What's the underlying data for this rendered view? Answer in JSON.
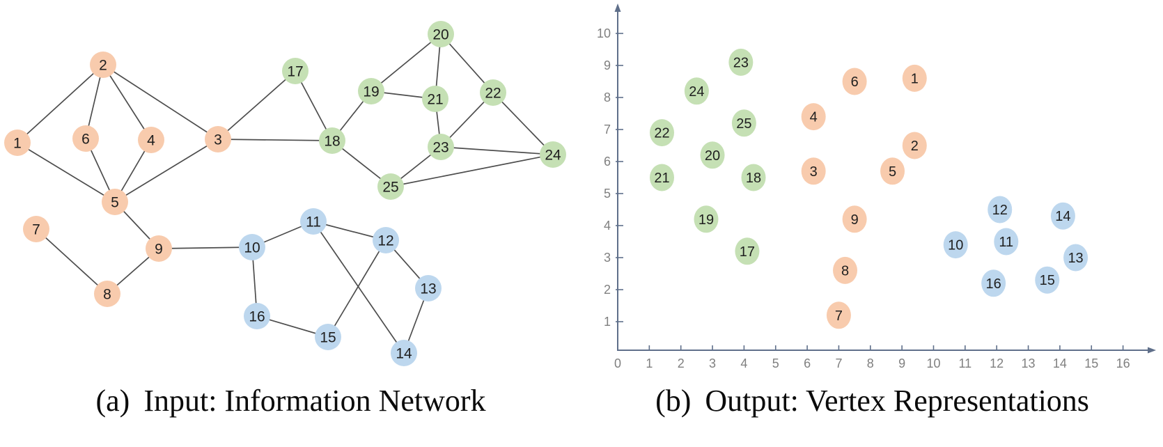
{
  "captions": {
    "a": {
      "label": "(a)",
      "text": "Input: Information Network"
    },
    "b": {
      "label": "(b)",
      "text": "Output: Vertex Representations"
    }
  },
  "colors": {
    "orange": "#F8CBAD",
    "green": "#C5E0B4",
    "blue": "#BDD7EE",
    "edge": "#4D4D4D",
    "axis": "#5F6F8A",
    "tick_label": "#7F7F7F",
    "node_label": "#1F1F1F"
  },
  "chart_data": [
    {
      "type": "graph",
      "title": "(a) Input: Information Network",
      "legend": "none",
      "groups": {
        "orange": "vertices 1-9",
        "blue": "vertices 10-16",
        "green": "vertices 17-25"
      },
      "nodes": [
        {
          "id": "1",
          "group": "orange",
          "px": [
            25,
            205
          ]
        },
        {
          "id": "2",
          "group": "orange",
          "px": [
            148,
            93
          ]
        },
        {
          "id": "3",
          "group": "orange",
          "px": [
            313,
            200
          ]
        },
        {
          "id": "4",
          "group": "orange",
          "px": [
            217,
            201
          ]
        },
        {
          "id": "5",
          "group": "orange",
          "px": [
            165,
            290
          ]
        },
        {
          "id": "6",
          "group": "orange",
          "px": [
            123,
            199
          ]
        },
        {
          "id": "7",
          "group": "orange",
          "px": [
            52,
            329
          ]
        },
        {
          "id": "8",
          "group": "orange",
          "px": [
            154,
            422
          ]
        },
        {
          "id": "9",
          "group": "orange",
          "px": [
            228,
            357
          ]
        },
        {
          "id": "10",
          "group": "blue",
          "px": [
            362,
            355
          ]
        },
        {
          "id": "11",
          "group": "blue",
          "px": [
            450,
            318
          ]
        },
        {
          "id": "12",
          "group": "blue",
          "px": [
            554,
            345
          ]
        },
        {
          "id": "13",
          "group": "blue",
          "px": [
            615,
            414
          ]
        },
        {
          "id": "14",
          "group": "blue",
          "px": [
            580,
            507
          ]
        },
        {
          "id": "15",
          "group": "blue",
          "px": [
            471,
            484
          ]
        },
        {
          "id": "16",
          "group": "blue",
          "px": [
            369,
            454
          ]
        },
        {
          "id": "17",
          "group": "green",
          "px": [
            424,
            102
          ]
        },
        {
          "id": "18",
          "group": "green",
          "px": [
            477,
            202
          ]
        },
        {
          "id": "19",
          "group": "green",
          "px": [
            533,
            131
          ]
        },
        {
          "id": "20",
          "group": "green",
          "px": [
            633,
            49
          ]
        },
        {
          "id": "21",
          "group": "green",
          "px": [
            625,
            142
          ]
        },
        {
          "id": "22",
          "group": "green",
          "px": [
            708,
            133
          ]
        },
        {
          "id": "23",
          "group": "green",
          "px": [
            633,
            211
          ]
        },
        {
          "id": "24",
          "group": "green",
          "px": [
            794,
            222
          ]
        },
        {
          "id": "25",
          "group": "green",
          "px": [
            561,
            268
          ]
        }
      ],
      "edges": [
        [
          "1",
          "2"
        ],
        [
          "2",
          "6"
        ],
        [
          "2",
          "4"
        ],
        [
          "2",
          "3"
        ],
        [
          "1",
          "5"
        ],
        [
          "6",
          "5"
        ],
        [
          "4",
          "5"
        ],
        [
          "3",
          "5"
        ],
        [
          "5",
          "9"
        ],
        [
          "7",
          "8"
        ],
        [
          "8",
          "9"
        ],
        [
          "9",
          "10"
        ],
        [
          "3",
          "17"
        ],
        [
          "3",
          "18"
        ],
        [
          "17",
          "18"
        ],
        [
          "18",
          "19"
        ],
        [
          "18",
          "25"
        ],
        [
          "19",
          "20"
        ],
        [
          "19",
          "21"
        ],
        [
          "20",
          "21"
        ],
        [
          "20",
          "22"
        ],
        [
          "21",
          "23"
        ],
        [
          "22",
          "23"
        ],
        [
          "22",
          "24"
        ],
        [
          "23",
          "24"
        ],
        [
          "23",
          "25"
        ],
        [
          "24",
          "25"
        ],
        [
          "10",
          "11"
        ],
        [
          "10",
          "16"
        ],
        [
          "11",
          "12"
        ],
        [
          "11",
          "14"
        ],
        [
          "12",
          "13"
        ],
        [
          "12",
          "15"
        ],
        [
          "13",
          "14"
        ],
        [
          "15",
          "16"
        ]
      ]
    },
    {
      "type": "scatter",
      "title": "(b) Output: Vertex Representations",
      "xlabel": "",
      "ylabel": "",
      "xlim": [
        0,
        16.9
      ],
      "ylim": [
        0,
        10.9
      ],
      "x_ticks": [
        0,
        1,
        2,
        3,
        4,
        5,
        6,
        7,
        8,
        9,
        10,
        11,
        12,
        13,
        14,
        15,
        16
      ],
      "y_ticks": [
        1,
        2,
        3,
        4,
        5,
        6,
        7,
        8,
        9,
        10
      ],
      "grid": false,
      "legend": "none",
      "points": [
        {
          "id": "1",
          "group": "orange",
          "x": 9.4,
          "y": 8.6
        },
        {
          "id": "2",
          "group": "orange",
          "x": 9.4,
          "y": 6.5
        },
        {
          "id": "3",
          "group": "orange",
          "x": 6.2,
          "y": 5.7
        },
        {
          "id": "4",
          "group": "orange",
          "x": 6.2,
          "y": 7.4
        },
        {
          "id": "5",
          "group": "orange",
          "x": 8.7,
          "y": 5.7
        },
        {
          "id": "6",
          "group": "orange",
          "x": 7.5,
          "y": 8.5
        },
        {
          "id": "7",
          "group": "orange",
          "x": 7.0,
          "y": 1.2
        },
        {
          "id": "8",
          "group": "orange",
          "x": 7.2,
          "y": 2.6
        },
        {
          "id": "9",
          "group": "orange",
          "x": 7.5,
          "y": 4.2
        },
        {
          "id": "10",
          "group": "blue",
          "x": 10.7,
          "y": 3.4
        },
        {
          "id": "11",
          "group": "blue",
          "x": 12.3,
          "y": 3.5
        },
        {
          "id": "12",
          "group": "blue",
          "x": 12.1,
          "y": 4.5
        },
        {
          "id": "13",
          "group": "blue",
          "x": 14.5,
          "y": 3.0
        },
        {
          "id": "14",
          "group": "blue",
          "x": 14.1,
          "y": 4.3
        },
        {
          "id": "15",
          "group": "blue",
          "x": 13.6,
          "y": 2.3
        },
        {
          "id": "16",
          "group": "blue",
          "x": 11.9,
          "y": 2.2
        },
        {
          "id": "17",
          "group": "green",
          "x": 4.1,
          "y": 3.2
        },
        {
          "id": "18",
          "group": "green",
          "x": 4.3,
          "y": 5.5
        },
        {
          "id": "19",
          "group": "green",
          "x": 2.8,
          "y": 4.2
        },
        {
          "id": "20",
          "group": "green",
          "x": 3.0,
          "y": 6.2
        },
        {
          "id": "21",
          "group": "green",
          "x": 1.4,
          "y": 5.5
        },
        {
          "id": "22",
          "group": "green",
          "x": 1.4,
          "y": 6.9
        },
        {
          "id": "23",
          "group": "green",
          "x": 3.9,
          "y": 9.1
        },
        {
          "id": "24",
          "group": "green",
          "x": 2.5,
          "y": 8.2
        },
        {
          "id": "25",
          "group": "green",
          "x": 4.0,
          "y": 7.2
        }
      ]
    }
  ]
}
